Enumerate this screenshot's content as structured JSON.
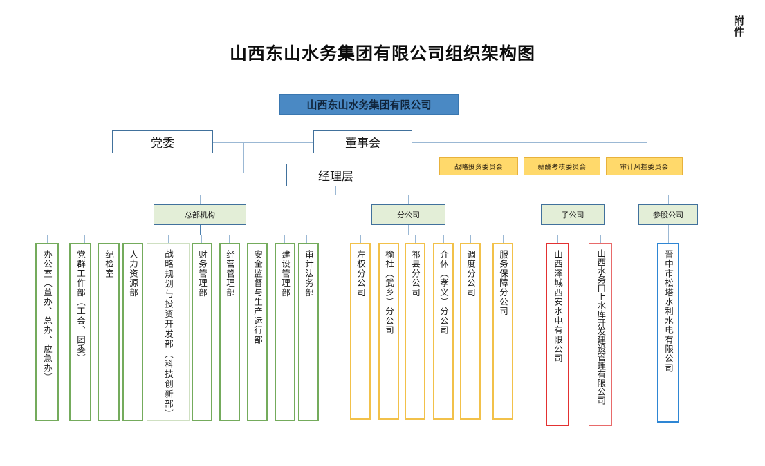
{
  "page": {
    "title": "山西东山水务集团有限公司组织架构图",
    "attachment_label": "附件"
  },
  "colors": {
    "root_fill": "#4a89c4",
    "committee_fill": "#ffd96b",
    "category_fill": "#e3eed7",
    "department_border": "#74ab5c",
    "branch_border": "#f2c14a",
    "subsidiary_border": "#e33131",
    "affiliate_border": "#2e86d4",
    "connector": "#9bb8d4"
  },
  "chart": {
    "root": {
      "label": "山西东山水务集团有限公司"
    },
    "party_committee": {
      "label": "党委"
    },
    "board": {
      "label": "董事会"
    },
    "management": {
      "label": "经理层"
    },
    "committees": [
      {
        "label": "战略投资委员会"
      },
      {
        "label": "薪酬考核委员会"
      },
      {
        "label": "审计风控委员会"
      }
    ],
    "categories": [
      {
        "key": "headquarters",
        "label": "总部机构"
      },
      {
        "key": "branches",
        "label": "分公司"
      },
      {
        "key": "subsidiaries",
        "label": "子公司"
      },
      {
        "key": "affiliates",
        "label": "参股公司"
      }
    ],
    "headquarters_units": [
      {
        "label": "办公室（董办、总办、应急办）"
      },
      {
        "label": "党群工作部（工会、团委）"
      },
      {
        "label": "纪检室"
      },
      {
        "label": "人力资源部"
      },
      {
        "label": "战略规划与投资开发部（科技创新部）"
      },
      {
        "label": "财务管理部"
      },
      {
        "label": "经营管理部"
      },
      {
        "label": "安全监督与生产运行部"
      },
      {
        "label": "建设管理部"
      },
      {
        "label": "审计法务部"
      }
    ],
    "branch_companies": [
      {
        "label": "左权分公司"
      },
      {
        "label": "榆社（武乡）分公司"
      },
      {
        "label": "祁县分公司"
      },
      {
        "label": "介休（孝义）分公司"
      },
      {
        "label": "调度分公司"
      },
      {
        "label": "服务保障分公司"
      }
    ],
    "subsidiary_companies": [
      {
        "label": "山西泽城西安水电有限公司"
      },
      {
        "label": "山西水务口上水库开发建设管理有限公司"
      }
    ],
    "affiliate_companies": [
      {
        "label": "晋中市松塔水利水电有限公司"
      }
    ]
  }
}
